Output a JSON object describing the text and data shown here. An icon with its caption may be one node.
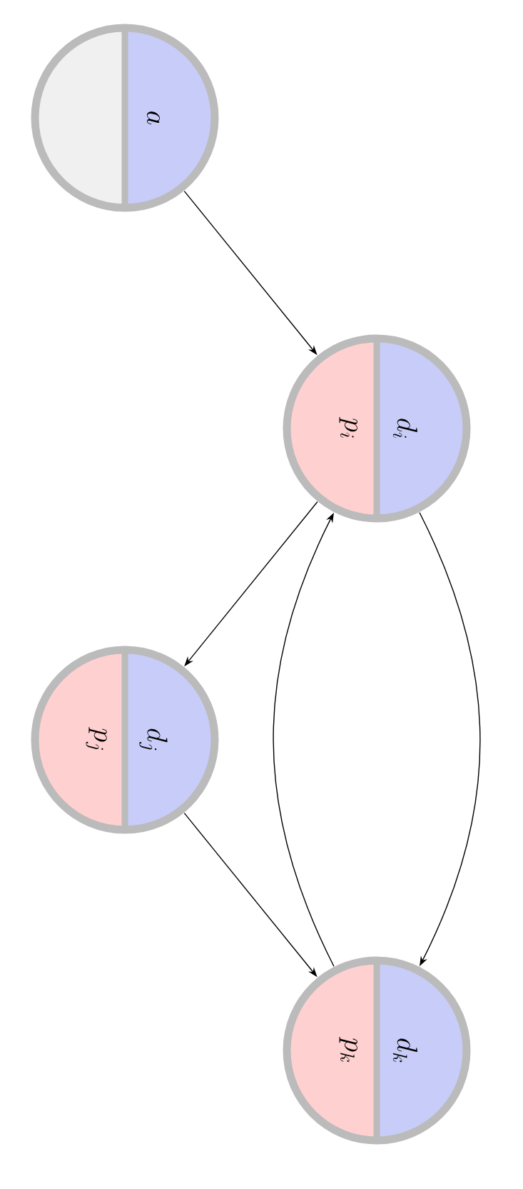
{
  "diagram": {
    "nodes": [
      {
        "text": [
          "a"
        ]
      },
      {
        "text": [
          "p_i",
          "d_i"
        ]
      },
      {
        "text": [
          "p_j",
          "d_j"
        ]
      },
      {
        "text": [
          "p_k",
          "d_k"
        ]
      }
    ],
    "edges": [
      {
        "from": 0,
        "to": 1,
        "arrow": "to"
      },
      {
        "from": 1,
        "to": 2,
        "arrow": "to"
      },
      {
        "from": 2,
        "to": 3,
        "arrow": "to"
      },
      {
        "from": 1,
        "to": 3,
        "arrow": "to"
      },
      {
        "from": 3,
        "to": 1,
        "arrow": "to"
      }
    ]
  }
}
